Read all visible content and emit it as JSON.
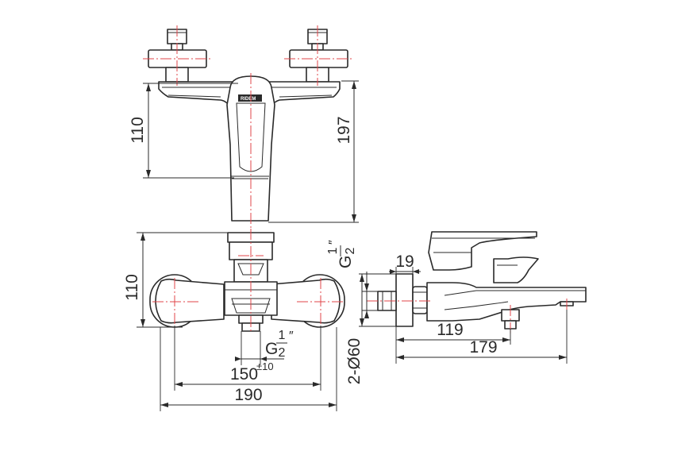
{
  "top_view": {
    "dim_110": "110",
    "dim_197": "197"
  },
  "front_view": {
    "dim_110": "110",
    "thread_g": "G",
    "thread_num": "1",
    "thread_den": "2",
    "thread_mark": "″",
    "dim_150": "150",
    "dim_150_tol": "±10",
    "dim_190": "190"
  },
  "side_view": {
    "thread_g": "G",
    "thread_num": "1",
    "thread_den": "2",
    "thread_mark": "″",
    "dim_19": "19",
    "dim_119": "119",
    "dim_179": "179",
    "dim_flange": "2-Ø60"
  }
}
